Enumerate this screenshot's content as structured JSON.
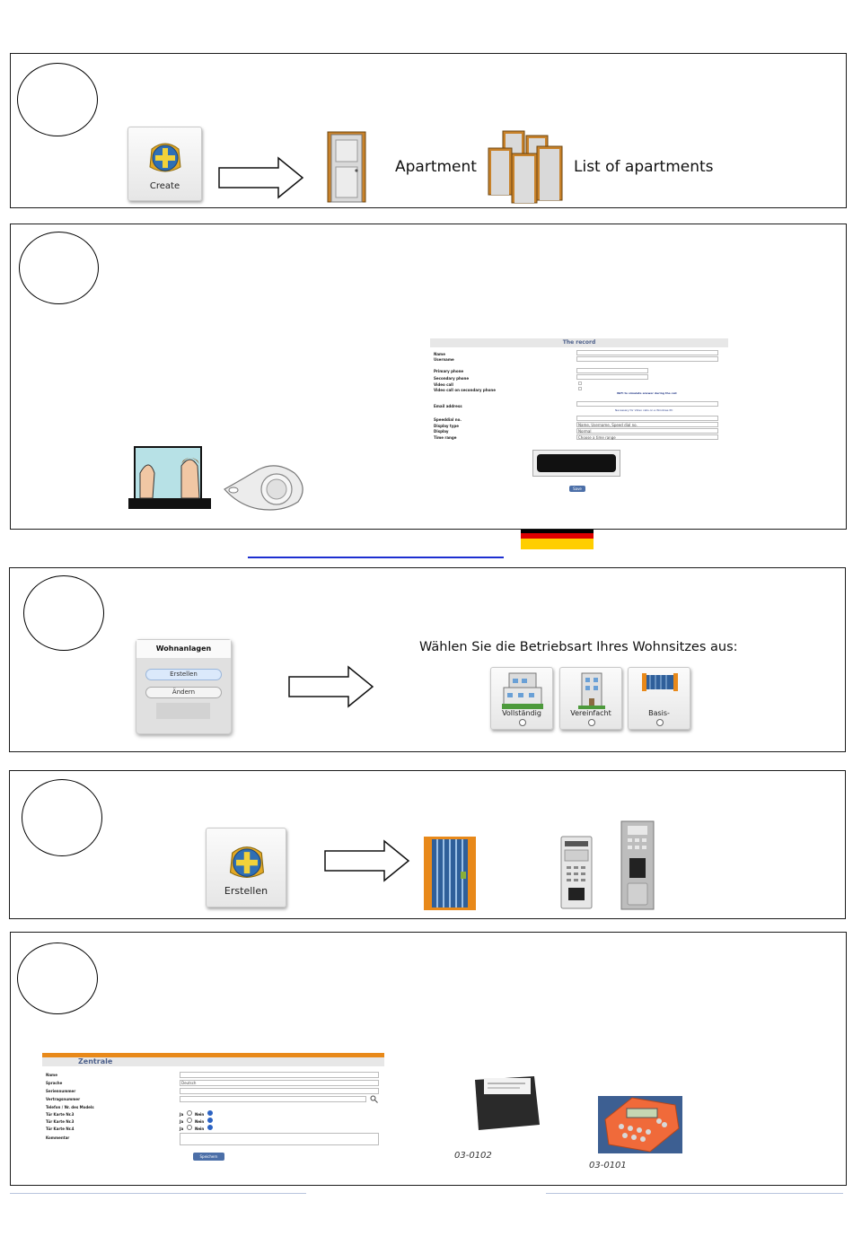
{
  "step1": {
    "create_label": "Create",
    "apartment_label": "Apartment",
    "list_label": "List of apartments"
  },
  "step2": {
    "record": {
      "title": "The record",
      "labels": [
        "Name",
        "Username",
        "Primary phone",
        "Secondary phone",
        "Video call",
        "Video call on secondary phone",
        "Email address",
        "Speeddial no.",
        "Display type",
        "Display",
        "Time range"
      ],
      "hint_video": "WiFi to simulate answer during the call",
      "hint_email": "Necessary for Video calls on a Windows PC",
      "display_type_value": "Name, Username, Speed dial no.",
      "display_value": "Normal",
      "time_range_value": "Choose a time range",
      "save_label": "Save"
    }
  },
  "step3": {
    "panel_title": "Wohnanlagen",
    "create_label": "Erstellen",
    "change_label": "Ändern",
    "choose_text": "Wählen Sie die Betriebsart Ihres Wohnsitzes aus:",
    "modes": [
      "Vollständig",
      "Vereinfacht",
      "Basis-"
    ]
  },
  "step4": {
    "create_label": "Erstellen"
  },
  "step5": {
    "form": {
      "title": "Zentrale",
      "labels": [
        "Name",
        "Sprache",
        "Seriennummer",
        "Vertragsnummer",
        "Telefon / Nr. des Models",
        "Tür Karte Nr.3",
        "Tür Karte Nr.3",
        "Tür Karte Nr.4",
        "Kommentar"
      ],
      "language_value": "Deutsch",
      "yes": "Ja",
      "no": "Nein",
      "save_label": "Speichern"
    },
    "device_a_caption": "03-0102",
    "device_b_caption": "03-0101"
  },
  "colors": {
    "border": "#1a1a1a",
    "link_underline": "#1d2fd0",
    "orange": "#e8891a",
    "blue_button": "#4c6fa8"
  }
}
